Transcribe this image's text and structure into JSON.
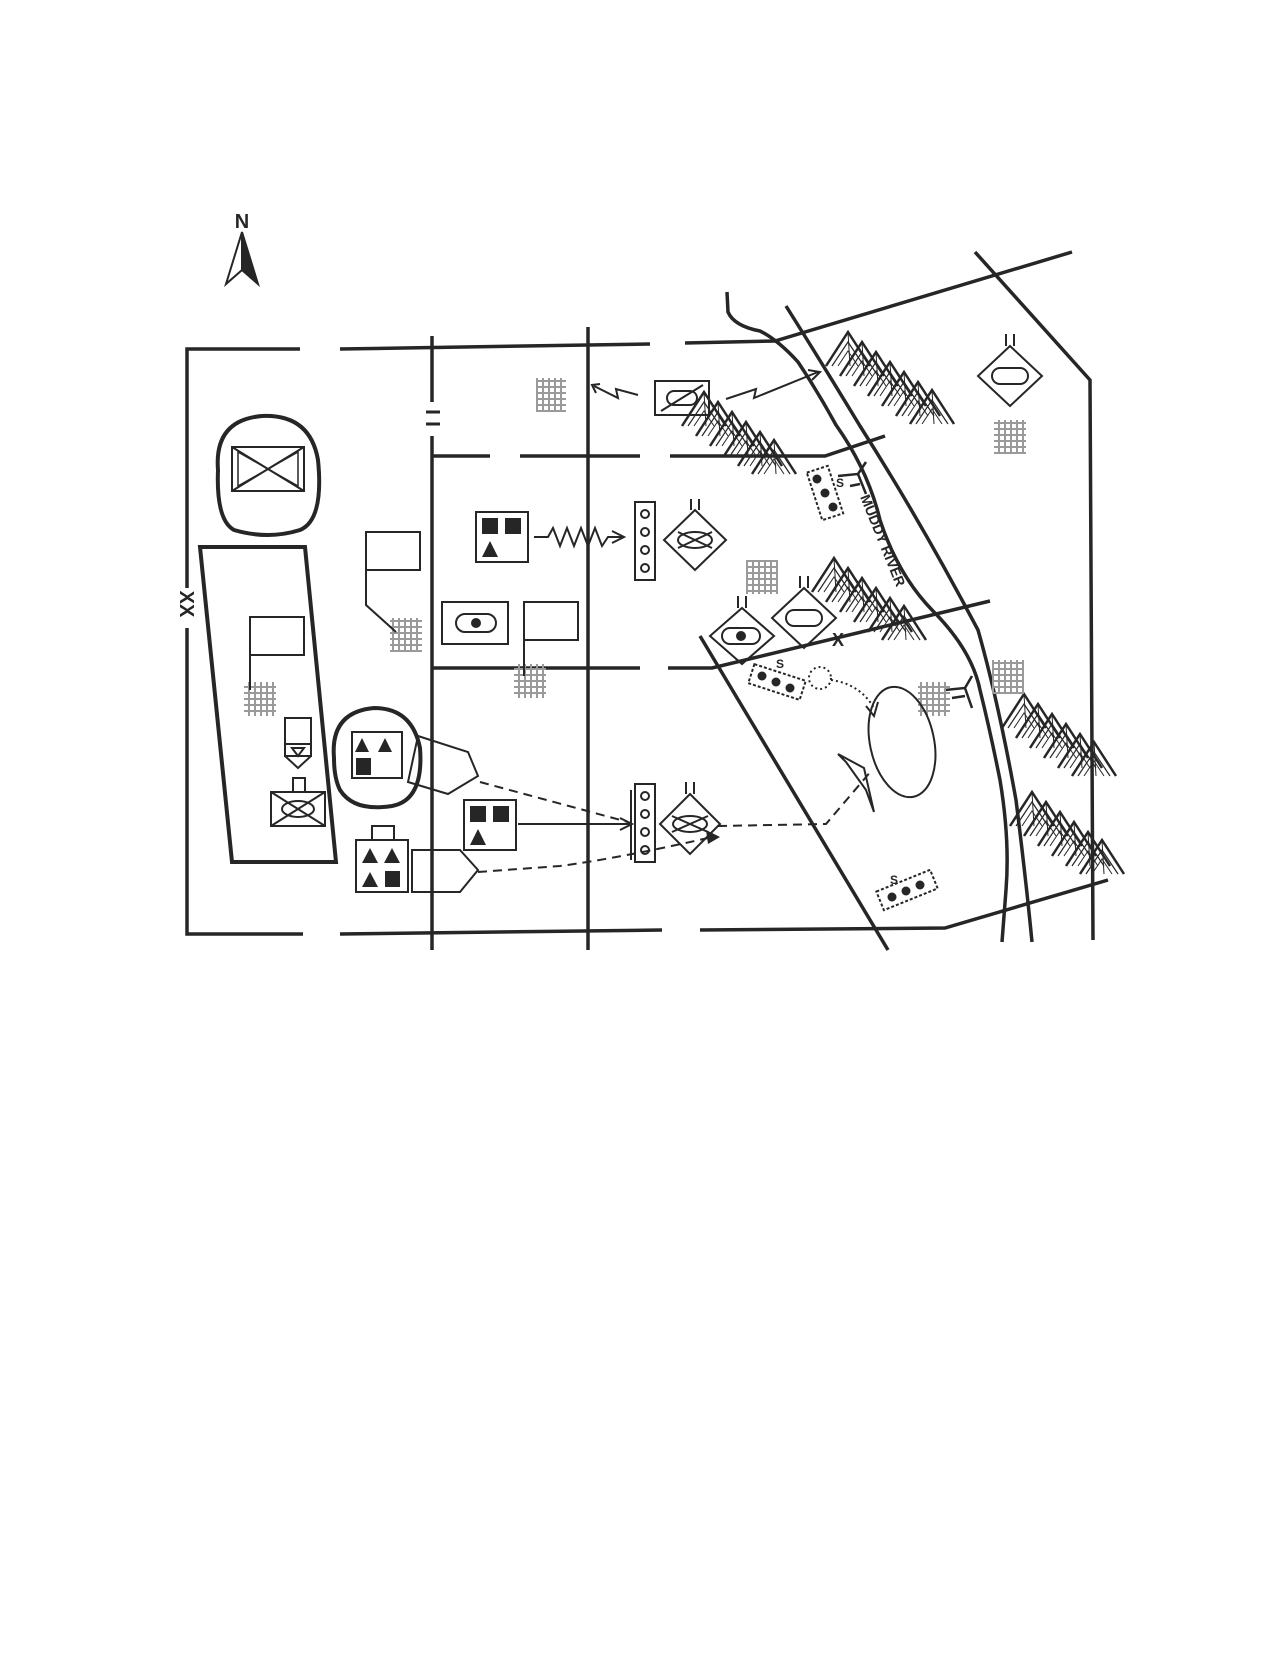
{
  "map": {
    "north_label": "N",
    "river_label": "MUDDY RIVER",
    "division_boundary_label": "XX",
    "company_boundary_label": "X",
    "battalion_boundary_label": "II",
    "platoon_label": "II",
    "security_label": "S",
    "ink_color": "#262626",
    "urban_color": "#9a9a9a"
  }
}
